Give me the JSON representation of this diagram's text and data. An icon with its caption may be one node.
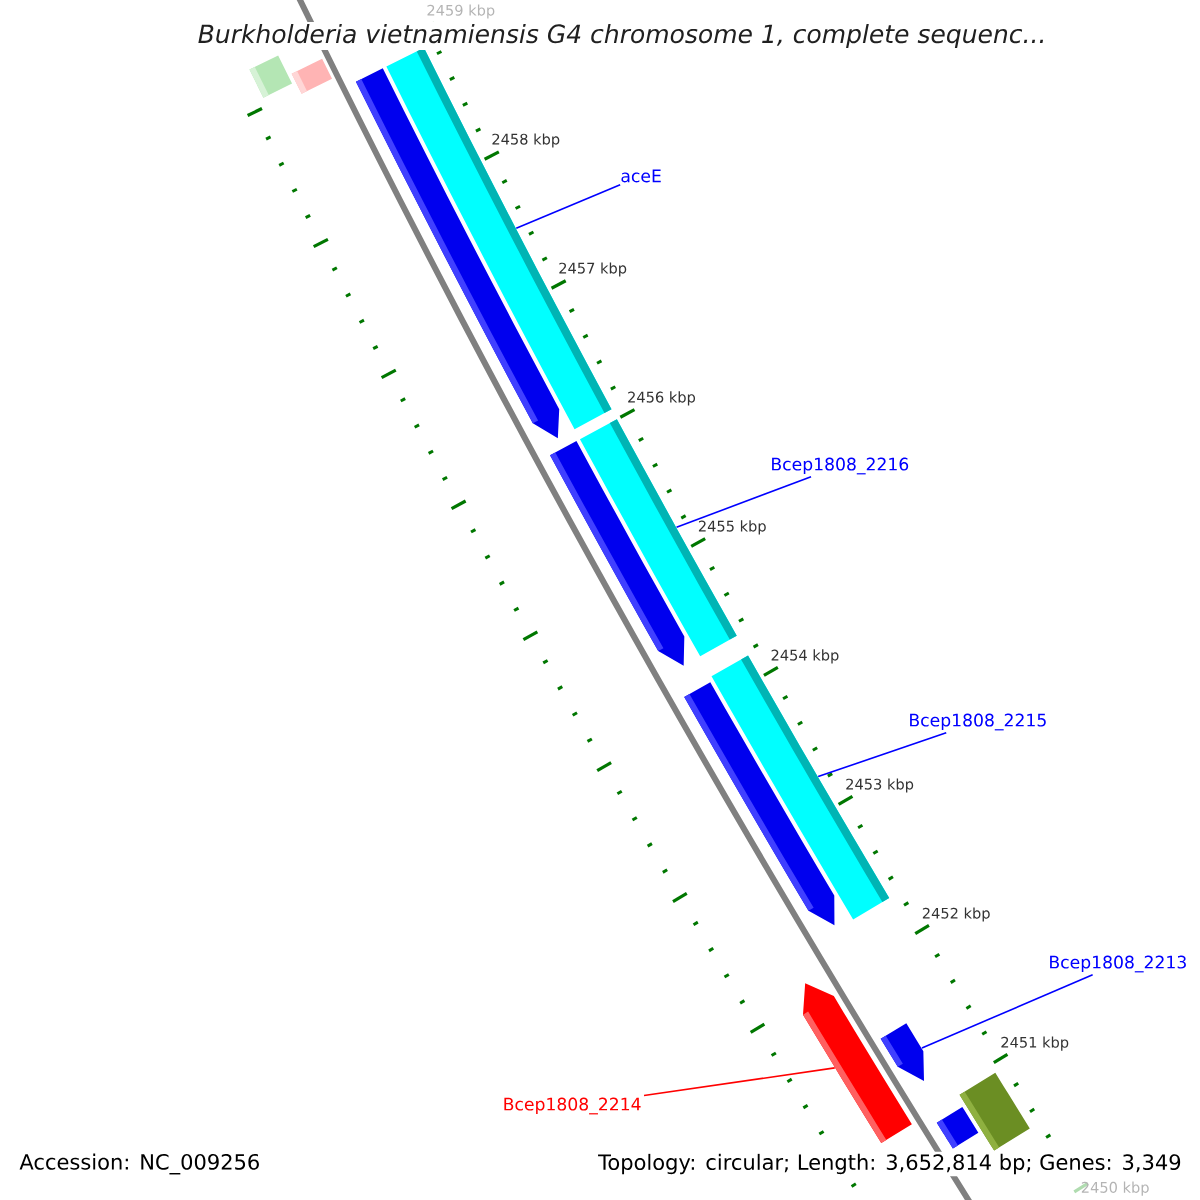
{
  "diagram": {
    "title": "Burkholderia vietnamiensis G4 chromosome 1, complete sequenc...",
    "nodes": [
      {
        "text": [],
        "shape": "bar"
      },
      {
        "text": [],
        "shape": "bar"
      },
      {
        "text": [
          "aceE"
        ]
      },
      {
        "text": [],
        "shape": "pentagon"
      },
      {
        "text": [],
        "shape": "bar"
      },
      {
        "text": [
          "Bcep1808_2216"
        ]
      },
      {
        "text": [],
        "shape": "pentagon"
      },
      {
        "text": [],
        "shape": "bar"
      },
      {
        "text": [
          "Bcep1808_2215"
        ]
      },
      {
        "text": [],
        "shape": "pentagon"
      },
      {
        "text": [],
        "shape": "bar"
      },
      {
        "text": [
          "Bcep1808_2213"
        ]
      },
      {
        "text": [],
        "shape": "pentagon"
      },
      {
        "text": [],
        "shape": "pentagon"
      },
      {
        "text": [
          "Bcep1808_2214"
        ]
      },
      {
        "text": [],
        "shape": "bar"
      },
      {
        "text": [],
        "shape": "bar"
      }
    ],
    "edges": [
      {
        "from": 2,
        "to": 4,
        "arrow": "none"
      },
      {
        "from": 5,
        "to": 7,
        "arrow": "none"
      },
      {
        "from": 8,
        "to": 10,
        "arrow": "none"
      },
      {
        "from": 11,
        "to": 13,
        "arrow": "none"
      },
      {
        "from": 14,
        "to": 12,
        "arrow": "none",
        "color": "#ff0000"
      }
    ],
    "labels": [
      "2459 kbp",
      "2458 kbp",
      "2457 kbp",
      "2456 kbp",
      "2455 kbp",
      "2454 kbp",
      "2453 kbp",
      "2452 kbp",
      "2451 kbp",
      "2450 kbp",
      "Accession: NC_009256",
      "Topology: circular; Length: 3,652,814 bp; Genes: 3,349"
    ]
  }
}
